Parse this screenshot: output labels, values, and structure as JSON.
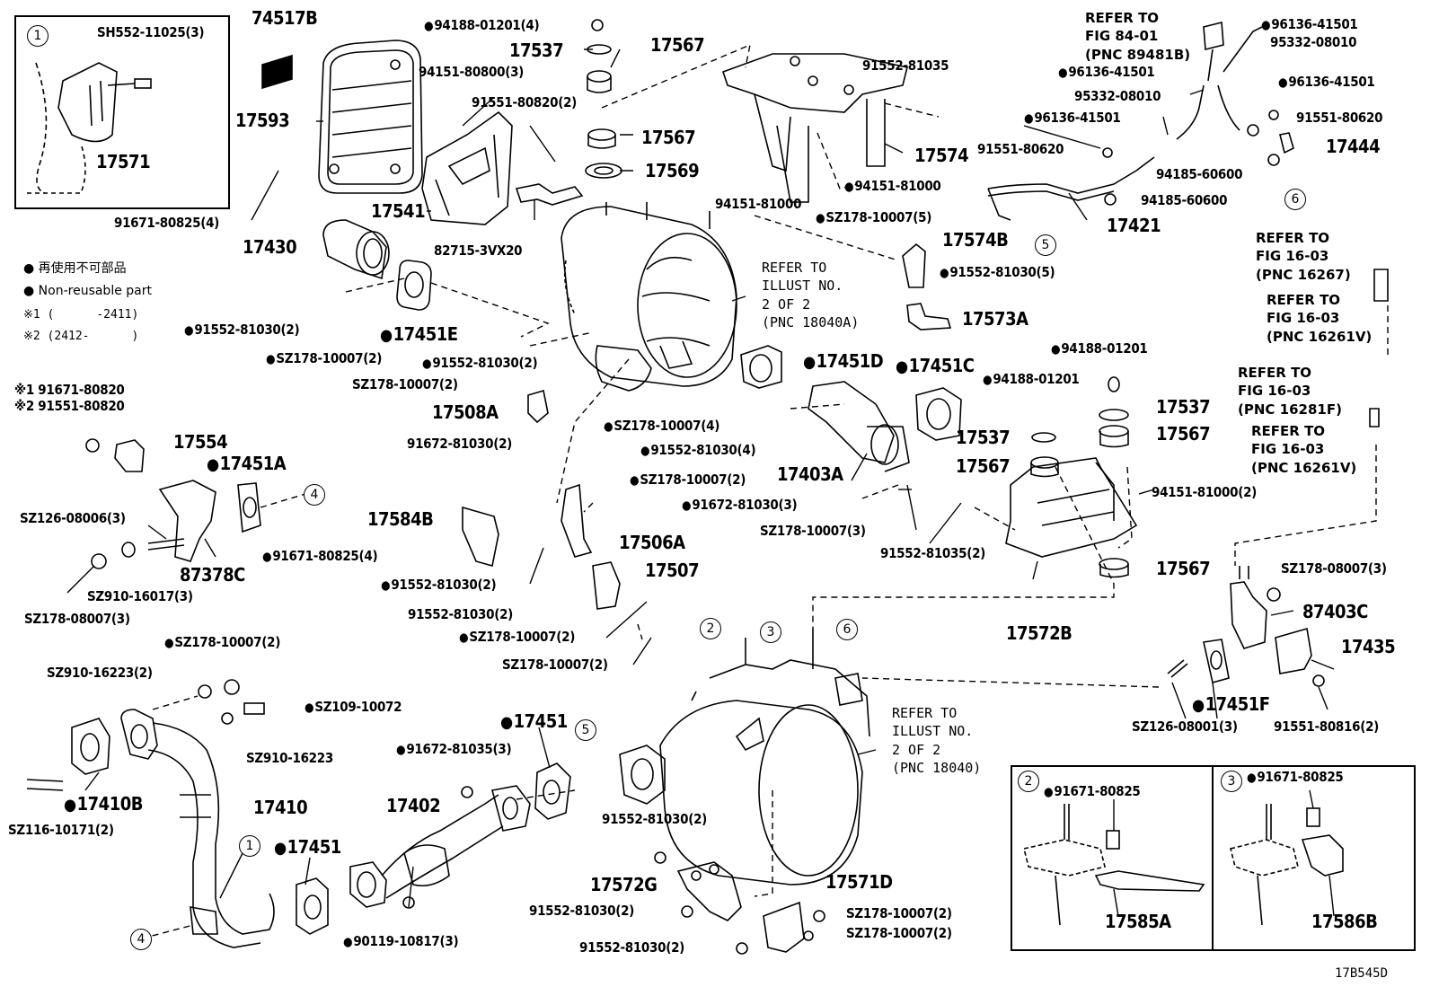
{
  "labels": [
    {
      "id": "l-74517b",
      "text": "74517B",
      "np": false,
      "size": "big"
    },
    {
      "id": "l-17593",
      "text": "17593",
      "np": false,
      "size": "big"
    },
    {
      "id": "l-94188-4",
      "text": "94188-01201(4)",
      "np": true,
      "size": "small"
    },
    {
      "id": "l-17537a",
      "text": "17537",
      "np": false,
      "size": "big"
    },
    {
      "id": "l-17567a",
      "text": "17567",
      "np": false,
      "size": "big"
    },
    {
      "id": "l-94151-808",
      "text": "94151-80800(3)",
      "np": false,
      "size": "small"
    },
    {
      "id": "l-91551-80820",
      "text": "91551-80820(2)",
      "np": false,
      "size": "small"
    },
    {
      "id": "l-17567b",
      "text": "17567",
      "np": false,
      "size": "big"
    },
    {
      "id": "l-17569",
      "text": "17569",
      "np": false,
      "size": "big"
    },
    {
      "id": "l-17541",
      "text": "17541",
      "np": false,
      "size": "big"
    },
    {
      "id": "l-82715",
      "text": "82715-3VX20",
      "np": false,
      "size": "small"
    },
    {
      "id": "l-91671-4",
      "text": "91671-80825(4)",
      "np": false,
      "size": "small"
    },
    {
      "id": "l-17430",
      "text": "17430",
      "np": false,
      "size": "big"
    },
    {
      "id": "l-91552-81035",
      "text": "91552-81035",
      "np": false,
      "size": "small"
    },
    {
      "id": "l-17574",
      "text": "17574",
      "np": false,
      "size": "big"
    },
    {
      "id": "l-94151-81000",
      "text": "94151-81000",
      "np": false,
      "size": "small"
    },
    {
      "id": "l-94151-81000b",
      "text": "94151-81000",
      "np": true,
      "size": "small"
    },
    {
      "id": "l-sz178-5",
      "text": "SZ178-10007(5)",
      "np": true,
      "size": "small"
    },
    {
      "id": "l-17574b",
      "text": "17574B",
      "np": false,
      "size": "big"
    },
    {
      "id": "l-91552-81030-5",
      "text": "91552-81030(5)",
      "np": true,
      "size": "small"
    },
    {
      "id": "l-17573a",
      "text": "17573A",
      "np": false,
      "size": "big"
    },
    {
      "id": "l-91552-81030-2a",
      "text": "91552-81030(2)",
      "np": true,
      "size": "small"
    },
    {
      "id": "l-sz178-2a",
      "text": "SZ178-10007(2)",
      "np": true,
      "size": "small"
    },
    {
      "id": "l-17451e",
      "text": "17451E",
      "np": true,
      "size": "big"
    },
    {
      "id": "l-91552-81030-2b",
      "text": "91552-81030(2)",
      "np": true,
      "size": "small"
    },
    {
      "id": "l-sz178-2b",
      "text": "SZ178-10007(2)",
      "np": false,
      "size": "small"
    },
    {
      "id": "l-17508a",
      "text": "17508A",
      "np": false,
      "size": "big"
    },
    {
      "id": "l-91672-81030-2",
      "text": "91672-81030(2)",
      "np": false,
      "size": "small"
    },
    {
      "id": "l-sz178-4",
      "text": "SZ178-10007(4)",
      "np": true,
      "size": "small"
    },
    {
      "id": "l-91552-81030-4",
      "text": "91552-81030(4)",
      "np": true,
      "size": "small"
    },
    {
      "id": "l-17451d",
      "text": "17451D",
      "np": true,
      "size": "big"
    },
    {
      "id": "l-17451c",
      "text": "17451C",
      "np": true,
      "size": "big"
    },
    {
      "id": "l-94188-a",
      "text": "94188-01201",
      "np": true,
      "size": "small"
    },
    {
      "id": "l-94188-b",
      "text": "94188-01201",
      "np": true,
      "size": "small"
    },
    {
      "id": "l-17537b",
      "text": "17537",
      "np": false,
      "size": "big"
    },
    {
      "id": "l-17537c",
      "text": "17537",
      "np": false,
      "size": "big"
    },
    {
      "id": "l-17567c",
      "text": "17567",
      "np": false,
      "size": "big"
    },
    {
      "id": "l-17567d",
      "text": "17567",
      "np": false,
      "size": "big"
    },
    {
      "id": "l-17403a",
      "text": "17403A",
      "np": false,
      "size": "big"
    },
    {
      "id": "l-94151-81000-2",
      "text": "94151-81000(2)",
      "np": false,
      "size": "small"
    },
    {
      "id": "l-91672-81030-3",
      "text": "91672-81030(3)",
      "np": true,
      "size": "small"
    },
    {
      "id": "l-sz178-3",
      "text": "SZ178-10007(3)",
      "np": false,
      "size": "small"
    },
    {
      "id": "l-91552-81035-2",
      "text": "91552-81035(2)",
      "np": false,
      "size": "small"
    },
    {
      "id": "l-17567e",
      "text": "17567",
      "np": false,
      "size": "big"
    },
    {
      "id": "l-17572b",
      "text": "17572B",
      "np": false,
      "size": "big"
    },
    {
      "id": "l-sz178-2c",
      "text": "SZ178-10007(2)",
      "np": true,
      "size": "small"
    },
    {
      "id": "l-17584b",
      "text": "17584B",
      "np": false,
      "size": "big"
    },
    {
      "id": "l-17506a",
      "text": "17506A",
      "np": false,
      "size": "big"
    },
    {
      "id": "l-91671-4b",
      "text": "91671-80825(4)",
      "np": true,
      "size": "small"
    },
    {
      "id": "l-91552-81030-2c",
      "text": "91552-81030(2)",
      "np": true,
      "size": "small"
    },
    {
      "id": "l-17507",
      "text": "17507",
      "np": false,
      "size": "big"
    },
    {
      "id": "l-91552-81030-2d",
      "text": "91552-81030(2)",
      "np": false,
      "size": "small"
    },
    {
      "id": "l-sz178-2d",
      "text": "SZ178-10007(2)",
      "np": true,
      "size": "small"
    },
    {
      "id": "l-sz178-2e",
      "text": "SZ178-10007(2)",
      "np": false,
      "size": "small"
    },
    {
      "id": "l-17554",
      "text": "17554",
      "np": false,
      "size": "big"
    },
    {
      "id": "l-17451a",
      "text": "17451A",
      "np": true,
      "size": "big"
    },
    {
      "id": "l-sz126-3",
      "text": "SZ126-08006(3)",
      "np": false,
      "size": "small"
    },
    {
      "id": "l-87378c",
      "text": "87378C",
      "np": false,
      "size": "big"
    },
    {
      "id": "l-sz910-3",
      "text": "SZ910-16017(3)",
      "np": false,
      "size": "small"
    },
    {
      "id": "l-sz178-08007-3",
      "text": "SZ178-08007(3)",
      "np": false,
      "size": "small"
    },
    {
      "id": "l-sz178-2f",
      "text": "SZ178-10007(2)",
      "np": true,
      "size": "small"
    },
    {
      "id": "l-sz910-2",
      "text": "SZ910-16223(2)",
      "np": false,
      "size": "small"
    },
    {
      "id": "l-sz109",
      "text": "SZ109-10072",
      "np": true,
      "size": "small"
    },
    {
      "id": "l-sz910",
      "text": "SZ910-16223",
      "np": false,
      "size": "small"
    },
    {
      "id": "l-17410b",
      "text": "17410B",
      "np": true,
      "size": "big"
    },
    {
      "id": "l-17410",
      "text": "17410",
      "np": false,
      "size": "big"
    },
    {
      "id": "l-sz116",
      "text": "SZ116-10171(2)",
      "np": false,
      "size": "small"
    },
    {
      "id": "l-17451b",
      "text": "17451",
      "np": true,
      "size": "big"
    },
    {
      "id": "l-17402",
      "text": "17402",
      "np": false,
      "size": "big"
    },
    {
      "id": "l-91672-81035-3",
      "text": "91672-81035(3)",
      "np": true,
      "size": "small"
    },
    {
      "id": "l-90119",
      "text": "90119-10817(3)",
      "np": true,
      "size": "small"
    },
    {
      "id": "l-17451c2",
      "text": "17451",
      "np": true,
      "size": "big"
    },
    {
      "id": "l-91552-81030-2e",
      "text": "91552-81030(2)",
      "np": false,
      "size": "small"
    },
    {
      "id": "l-17572g",
      "text": "17572G",
      "np": false,
      "size": "big"
    },
    {
      "id": "l-91552-81030-2f",
      "text": "91552-81030(2)",
      "np": false,
      "size": "small"
    },
    {
      "id": "l-91552-81030-2g",
      "text": "91552-81030(2)",
      "np": false,
      "size": "small"
    },
    {
      "id": "l-17571d",
      "text": "17571D",
      "np": false,
      "size": "big"
    },
    {
      "id": "l-sz178-2g",
      "text": "SZ178-10007(2)",
      "np": false,
      "size": "small"
    },
    {
      "id": "l-sz178-2h",
      "text": "SZ178-10007(2)",
      "np": false,
      "size": "small"
    },
    {
      "id": "l-96136-a",
      "text": "96136-41501",
      "np": true,
      "size": "small"
    },
    {
      "id": "l-95332-a",
      "text": "95332-08010",
      "np": false,
      "size": "small"
    },
    {
      "id": "l-96136-b",
      "text": "96136-41501",
      "np": true,
      "size": "small"
    },
    {
      "id": "l-95332-b",
      "text": "95332-08010",
      "np": false,
      "size": "small"
    },
    {
      "id": "l-96136-c",
      "text": "96136-41501",
      "np": true,
      "size": "small"
    },
    {
      "id": "l-96136-d",
      "text": "96136-41501",
      "np": true,
      "size": "small"
    },
    {
      "id": "l-91551-80620a",
      "text": "91551-80620",
      "np": false,
      "size": "small"
    },
    {
      "id": "l-91551-80620b",
      "text": "91551-80620",
      "np": false,
      "size": "small"
    },
    {
      "id": "l-17444",
      "text": "17444",
      "np": false,
      "size": "big"
    },
    {
      "id": "l-94185-a",
      "text": "94185-60600",
      "np": false,
      "size": "small"
    },
    {
      "id": "l-94185-b",
      "text": "94185-60600",
      "np": false,
      "size": "small"
    },
    {
      "id": "l-17421",
      "text": "17421",
      "np": false,
      "size": "big"
    },
    {
      "id": "l-sz178-08007-3b",
      "text": "SZ178-08007(3)",
      "np": false,
      "size": "small"
    },
    {
      "id": "l-87403c",
      "text": "87403C",
      "np": false,
      "size": "big"
    },
    {
      "id": "l-17435",
      "text": "17435",
      "np": false,
      "size": "big"
    },
    {
      "id": "l-17451f",
      "text": "17451F",
      "np": true,
      "size": "big"
    },
    {
      "id": "l-sz126-08001",
      "text": "SZ126-08001(3)",
      "np": false,
      "size": "small"
    },
    {
      "id": "l-91551-80816",
      "text": "91551-80816(2)",
      "np": false,
      "size": "small"
    },
    {
      "id": "l-inset2-part",
      "text": "91671-80825",
      "np": true,
      "size": "small"
    },
    {
      "id": "l-17585a",
      "text": "17585A",
      "np": false,
      "size": "big"
    },
    {
      "id": "l-inset3-part",
      "text": "91671-80825",
      "np": true,
      "size": "small"
    },
    {
      "id": "l-17586b",
      "text": "17586B",
      "np": false,
      "size": "big"
    },
    {
      "id": "l-sh552",
      "text": "SH552-11025(3)",
      "np": false,
      "size": "small"
    },
    {
      "id": "l-17571",
      "text": "17571",
      "np": false,
      "size": "big"
    }
  ],
  "refs": [
    {
      "id": "r-84",
      "text": "REFER TO\nFIG 84-01\n(PNC 89481B)",
      "style": "refb"
    },
    {
      "id": "r-18040a",
      "text": "REFER TO\nILLUST NO.\n2 OF 2\n(PNC 18040A)",
      "style": "ref"
    },
    {
      "id": "r-18040",
      "text": "REFER TO\nILLUST NO.\n2 OF 2\n(PNC 18040)",
      "style": "ref"
    },
    {
      "id": "r-16267",
      "text": "REFER TO\nFIG 16-03\n(PNC 16267)",
      "style": "refb"
    },
    {
      "id": "r-16261v-a",
      "text": "REFER TO\nFIG 16-03\n(PNC 16261V)",
      "style": "refb"
    },
    {
      "id": "r-16281f",
      "text": "REFER TO\nFIG 16-03\n(PNC 16281F)",
      "style": "refb"
    },
    {
      "id": "r-16261v-b",
      "text": "REFER TO\nFIG 16-03\n(PNC 16261V)",
      "style": "refb"
    }
  ],
  "legend": {
    "jp": "● 再使用不可部品",
    "en": "● Non-reusable part",
    "note1": "※1 (      -2411)",
    "note2": "※2 (2412-      )",
    "variant1": "※1 91671-80820",
    "variant2": "※2 91551-80820"
  },
  "callouts": [
    {
      "id": "c1-inset",
      "text": "1"
    },
    {
      "id": "c1-pipe",
      "text": "1"
    },
    {
      "id": "c2-cat",
      "text": "2"
    },
    {
      "id": "c2-inset",
      "text": "2"
    },
    {
      "id": "c3-cat",
      "text": "3"
    },
    {
      "id": "c3-inset",
      "text": "3"
    },
    {
      "id": "c4-a",
      "text": "4"
    },
    {
      "id": "c4-b",
      "text": "4"
    },
    {
      "id": "c5-a",
      "text": "5"
    },
    {
      "id": "c5-b",
      "text": "5"
    },
    {
      "id": "c6-a",
      "text": "6"
    },
    {
      "id": "c6-b",
      "text": "6"
    }
  ],
  "figure_id": "17B545D"
}
